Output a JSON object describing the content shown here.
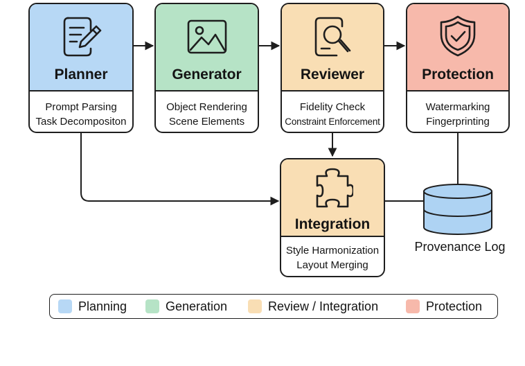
{
  "nodes": {
    "planner": {
      "title": "Planner",
      "lines": [
        "Prompt Parsing",
        "Task Decompositon"
      ]
    },
    "generator": {
      "title": "Generator",
      "lines": [
        "Object Rendering",
        "Scene Elements"
      ]
    },
    "reviewer": {
      "title": "Reviewer",
      "lines": [
        "Fidelity Check",
        "Constraint Enforcement"
      ]
    },
    "protection": {
      "title": "Protection",
      "lines": [
        "Watermarking",
        "Fingerprinting"
      ]
    },
    "integration": {
      "title": "Integration",
      "lines": [
        "Style Harmonization",
        "Layout Merging"
      ]
    },
    "provenance": {
      "title": "Provenance Log"
    }
  },
  "legend": [
    {
      "label": "Planning",
      "color": "#b7d8f5"
    },
    {
      "label": "Generation",
      "color": "#b6e3c6"
    },
    {
      "label": "Review / Integration",
      "color": "#f9deb4"
    },
    {
      "label": "Protection",
      "color": "#f7b9ab"
    }
  ],
  "colors": {
    "planning": "#b7d8f5",
    "generation": "#b6e3c6",
    "review": "#f9deb4",
    "protection": "#f7b9ab",
    "database": "#aed3f3"
  },
  "icons": {
    "planner": "document-pencil-icon",
    "generator": "image-icon",
    "reviewer": "document-magnifier-icon",
    "protection": "shield-check-icon",
    "integration": "puzzle-piece-icon",
    "provenance": "database-icon"
  }
}
